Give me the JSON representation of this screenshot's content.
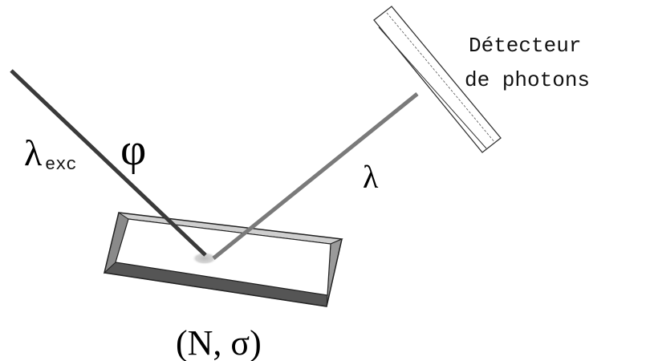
{
  "labels": {
    "detector_line1": "Détecteur",
    "detector_line2": "de photons",
    "lambda_exc_symbol": "λ",
    "lambda_exc_subscript": "exc",
    "phi": "φ",
    "lambda_emission": "λ",
    "sample_params": "(N, σ)"
  },
  "colors": {
    "excitation_beam": "#3a3a3a",
    "emission_beam": "#7a7a7a",
    "sample_spot": "#c8c8c8",
    "outline": "#222222",
    "bevel_dark": "#555555",
    "bevel_light": "#9a9a9a"
  }
}
